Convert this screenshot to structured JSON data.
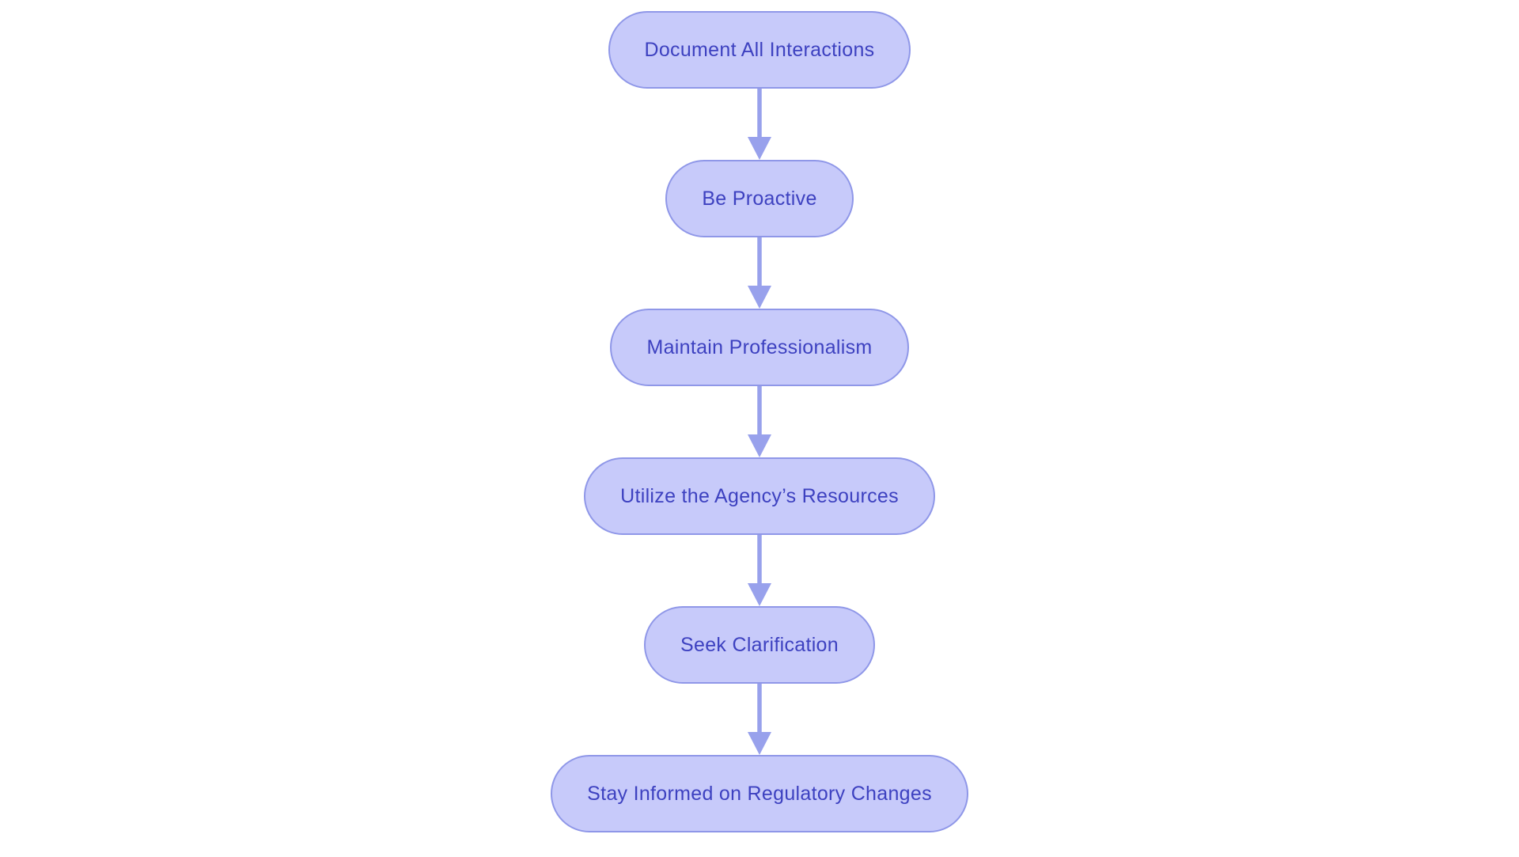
{
  "diagram": {
    "type": "flowchart",
    "direction": "top-down",
    "background": "#ffffff",
    "node_style": {
      "shape": "pill",
      "fill": "#c7cafa",
      "border": "#8f97e8",
      "text_color": "#3d41c0"
    },
    "arrow_color": "#98a1ec",
    "nodes": [
      {
        "id": "step-1",
        "label": "Document All Interactions"
      },
      {
        "id": "step-2",
        "label": "Be Proactive"
      },
      {
        "id": "step-3",
        "label": "Maintain Professionalism"
      },
      {
        "id": "step-4",
        "label": "Utilize the Agency’s Resources"
      },
      {
        "id": "step-5",
        "label": "Seek Clarification"
      },
      {
        "id": "step-6",
        "label": "Stay Informed on Regulatory Changes"
      }
    ],
    "edges": [
      {
        "from": "step-1",
        "to": "step-2"
      },
      {
        "from": "step-2",
        "to": "step-3"
      },
      {
        "from": "step-3",
        "to": "step-4"
      },
      {
        "from": "step-4",
        "to": "step-5"
      },
      {
        "from": "step-5",
        "to": "step-6"
      }
    ]
  }
}
